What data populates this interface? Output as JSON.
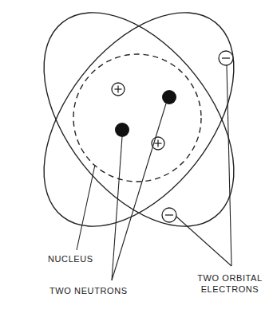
{
  "diagram": {
    "labels": [
      "NUCLEUS",
      "TWO NEUTRONS",
      "TWO ORBITAL ELECTRONS"
    ]
  }
}
